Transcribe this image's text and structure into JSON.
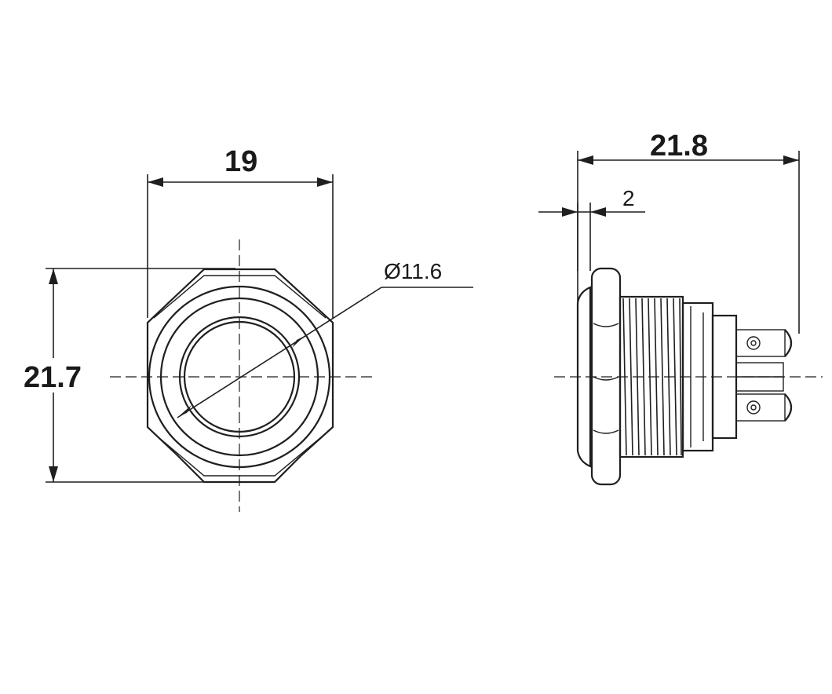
{
  "front_view": {
    "width_dimension": "19",
    "height_dimension": "21.7",
    "diameter_dimension": "Ø11.6"
  },
  "side_view": {
    "length_dimension": "21.8",
    "flange_dimension": "2"
  }
}
